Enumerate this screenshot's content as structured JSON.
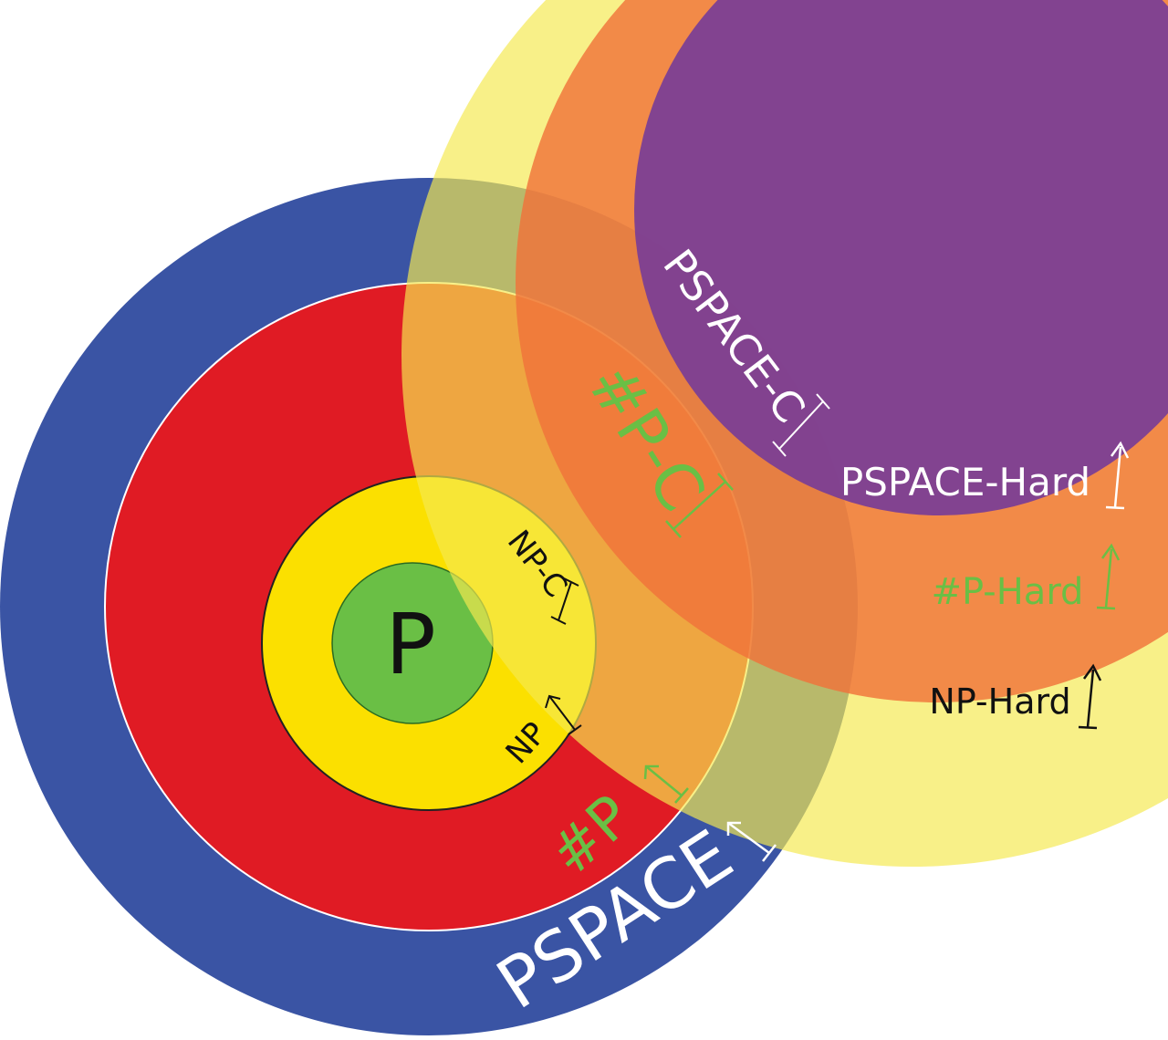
{
  "colors": {
    "pspace": "#3a54a4",
    "sharp_p": "#e01b24",
    "np": "#fbe000",
    "p": "#6abf45",
    "np_hard": "#f8ef7c",
    "sharp_p_hard": "#f0793d",
    "pspace_hard": "#7a3d96",
    "label_white": "#ffffff",
    "label_green": "#6abf45",
    "label_black": "#111111"
  },
  "classes": {
    "p": "P",
    "np": "NP",
    "np_c": "NP-C",
    "sharp_p": "#P",
    "sharp_p_c": "#P-C",
    "pspace": "PSPACE",
    "pspace_c": "PSPACE-C",
    "np_hard": "NP-Hard",
    "sharp_p_hard": "#P-Hard",
    "pspace_hard": "PSPACE-Hard"
  }
}
